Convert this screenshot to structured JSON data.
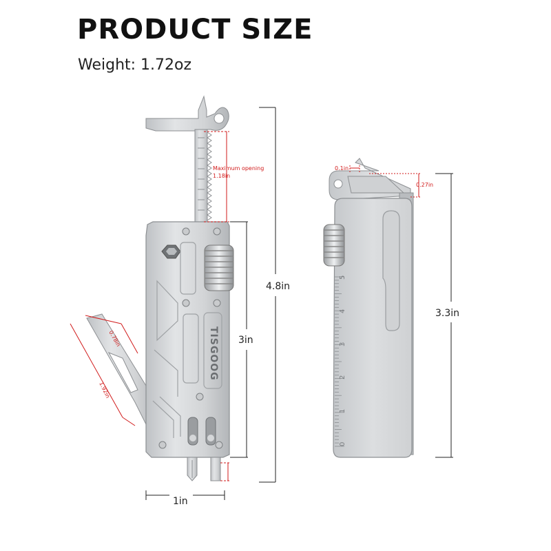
{
  "header": {
    "title": "PRODUCT SIZE",
    "weight": "Weight: 1.72oz"
  },
  "front_view": {
    "brand": "TISGOOG",
    "max_opening_line1": "Maximum opening",
    "max_opening_line2": "1.18in",
    "total_length": "4.8in",
    "body_length": "3in",
    "width": "1in",
    "blade_width": "0.78in",
    "blade_length": "1.92in"
  },
  "side_view": {
    "tip_width": "0.1in",
    "tip_height": "0.27in",
    "length": "3.3in",
    "ruler_numbers": [
      "5",
      "4",
      "3",
      "2",
      "1",
      "0"
    ]
  },
  "colors": {
    "metal": "#d6d8da",
    "metal_dark": "#a9acaf",
    "dimension_red": "#d11a1a",
    "dimension_black": "#222222"
  }
}
